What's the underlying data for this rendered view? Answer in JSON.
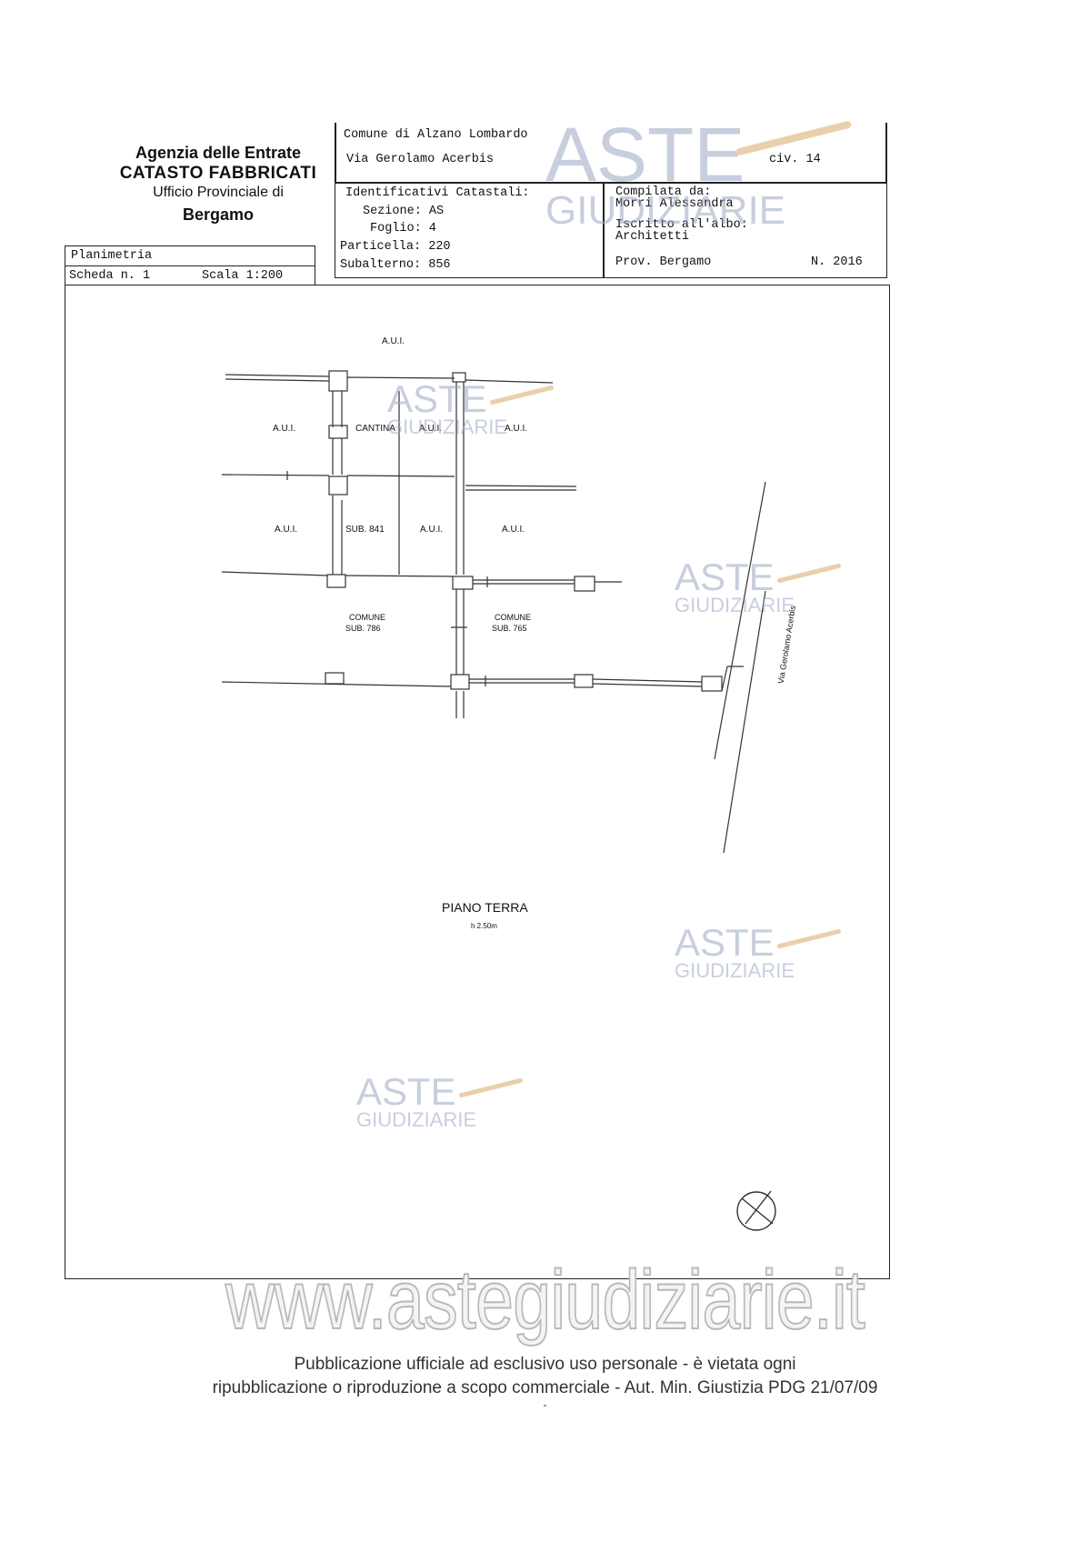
{
  "header": {
    "agency_line1": "Agenzia delle Entrate",
    "agency_line2": "CATASTO FABBRICATI",
    "agency_line3": "Ufficio Provinciale di",
    "agency_line4": "Bergamo",
    "comune": "Comune di Alzano Lombardo",
    "via": "Via Gerolamo Acerbis",
    "civico": "civ. 14",
    "identificativi_label": "Identificativi Catastali:",
    "sezione": "Sezione: AS",
    "foglio": "Foglio: 4",
    "particella": "Particella: 220",
    "subalterno": "Subalterno: 856",
    "compilata_label": "Compilata da:",
    "compilata_name": "Morri Alessandra",
    "albo_label": "Iscritto all'albo:",
    "albo_value": "Architetti",
    "prov": "Prov. Bergamo",
    "numero": "N. 2016",
    "planimetria": "Planimetria",
    "scheda": "Scheda n. 1",
    "scala": "Scala 1:200"
  },
  "plan": {
    "labels": {
      "aui_top": "A.U.I.",
      "aui_left_1": "A.U.I.",
      "cantina": "CANTINA",
      "aui_mid_1": "A.U.I.",
      "aui_right_1": "A.U.I.",
      "aui_left_2": "A.U.I.",
      "sub841": "SUB. 841",
      "aui_mid_2": "A.U.I.",
      "aui_right_2": "A.U.I.",
      "comune_left_1": "COMUNE",
      "comune_left_2": "SUB. 786",
      "comune_right_1": "COMUNE",
      "comune_right_2": "SUB. 765",
      "street": "Via Gerolamo Acerbis",
      "floor": "PIANO TERRA",
      "height": "h 2.50m"
    }
  },
  "watermark": {
    "brand_top": "ASTE",
    "brand_bottom": "GIUDIZIARIE",
    "site": "www.astegiudiziarie.it",
    "color": "#9aa7c4"
  },
  "footer": {
    "line1": "Pubblicazione ufficiale ad esclusivo uso personale - è vietata ogni",
    "line2": "ripubblicazione o riproduzione a scopo commerciale - Aut. Min. Giustizia PDG 21/07/09",
    "dash": "-"
  }
}
